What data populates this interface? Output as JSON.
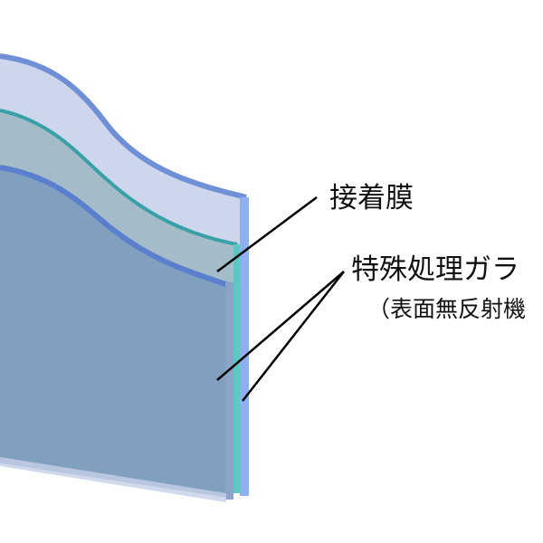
{
  "labels": {
    "adhesive_film": "接着膜",
    "special_glass": "特殊処理ガラ",
    "special_glass_note": "（表面無反射機"
  },
  "colors": {
    "outer_glass": "#cdd6ec",
    "adhesive": "#a3bcc8",
    "inner_glass": "#819fbe",
    "edge_blue": "#6f8fd6",
    "edge_teal": "#3aa0a8"
  }
}
